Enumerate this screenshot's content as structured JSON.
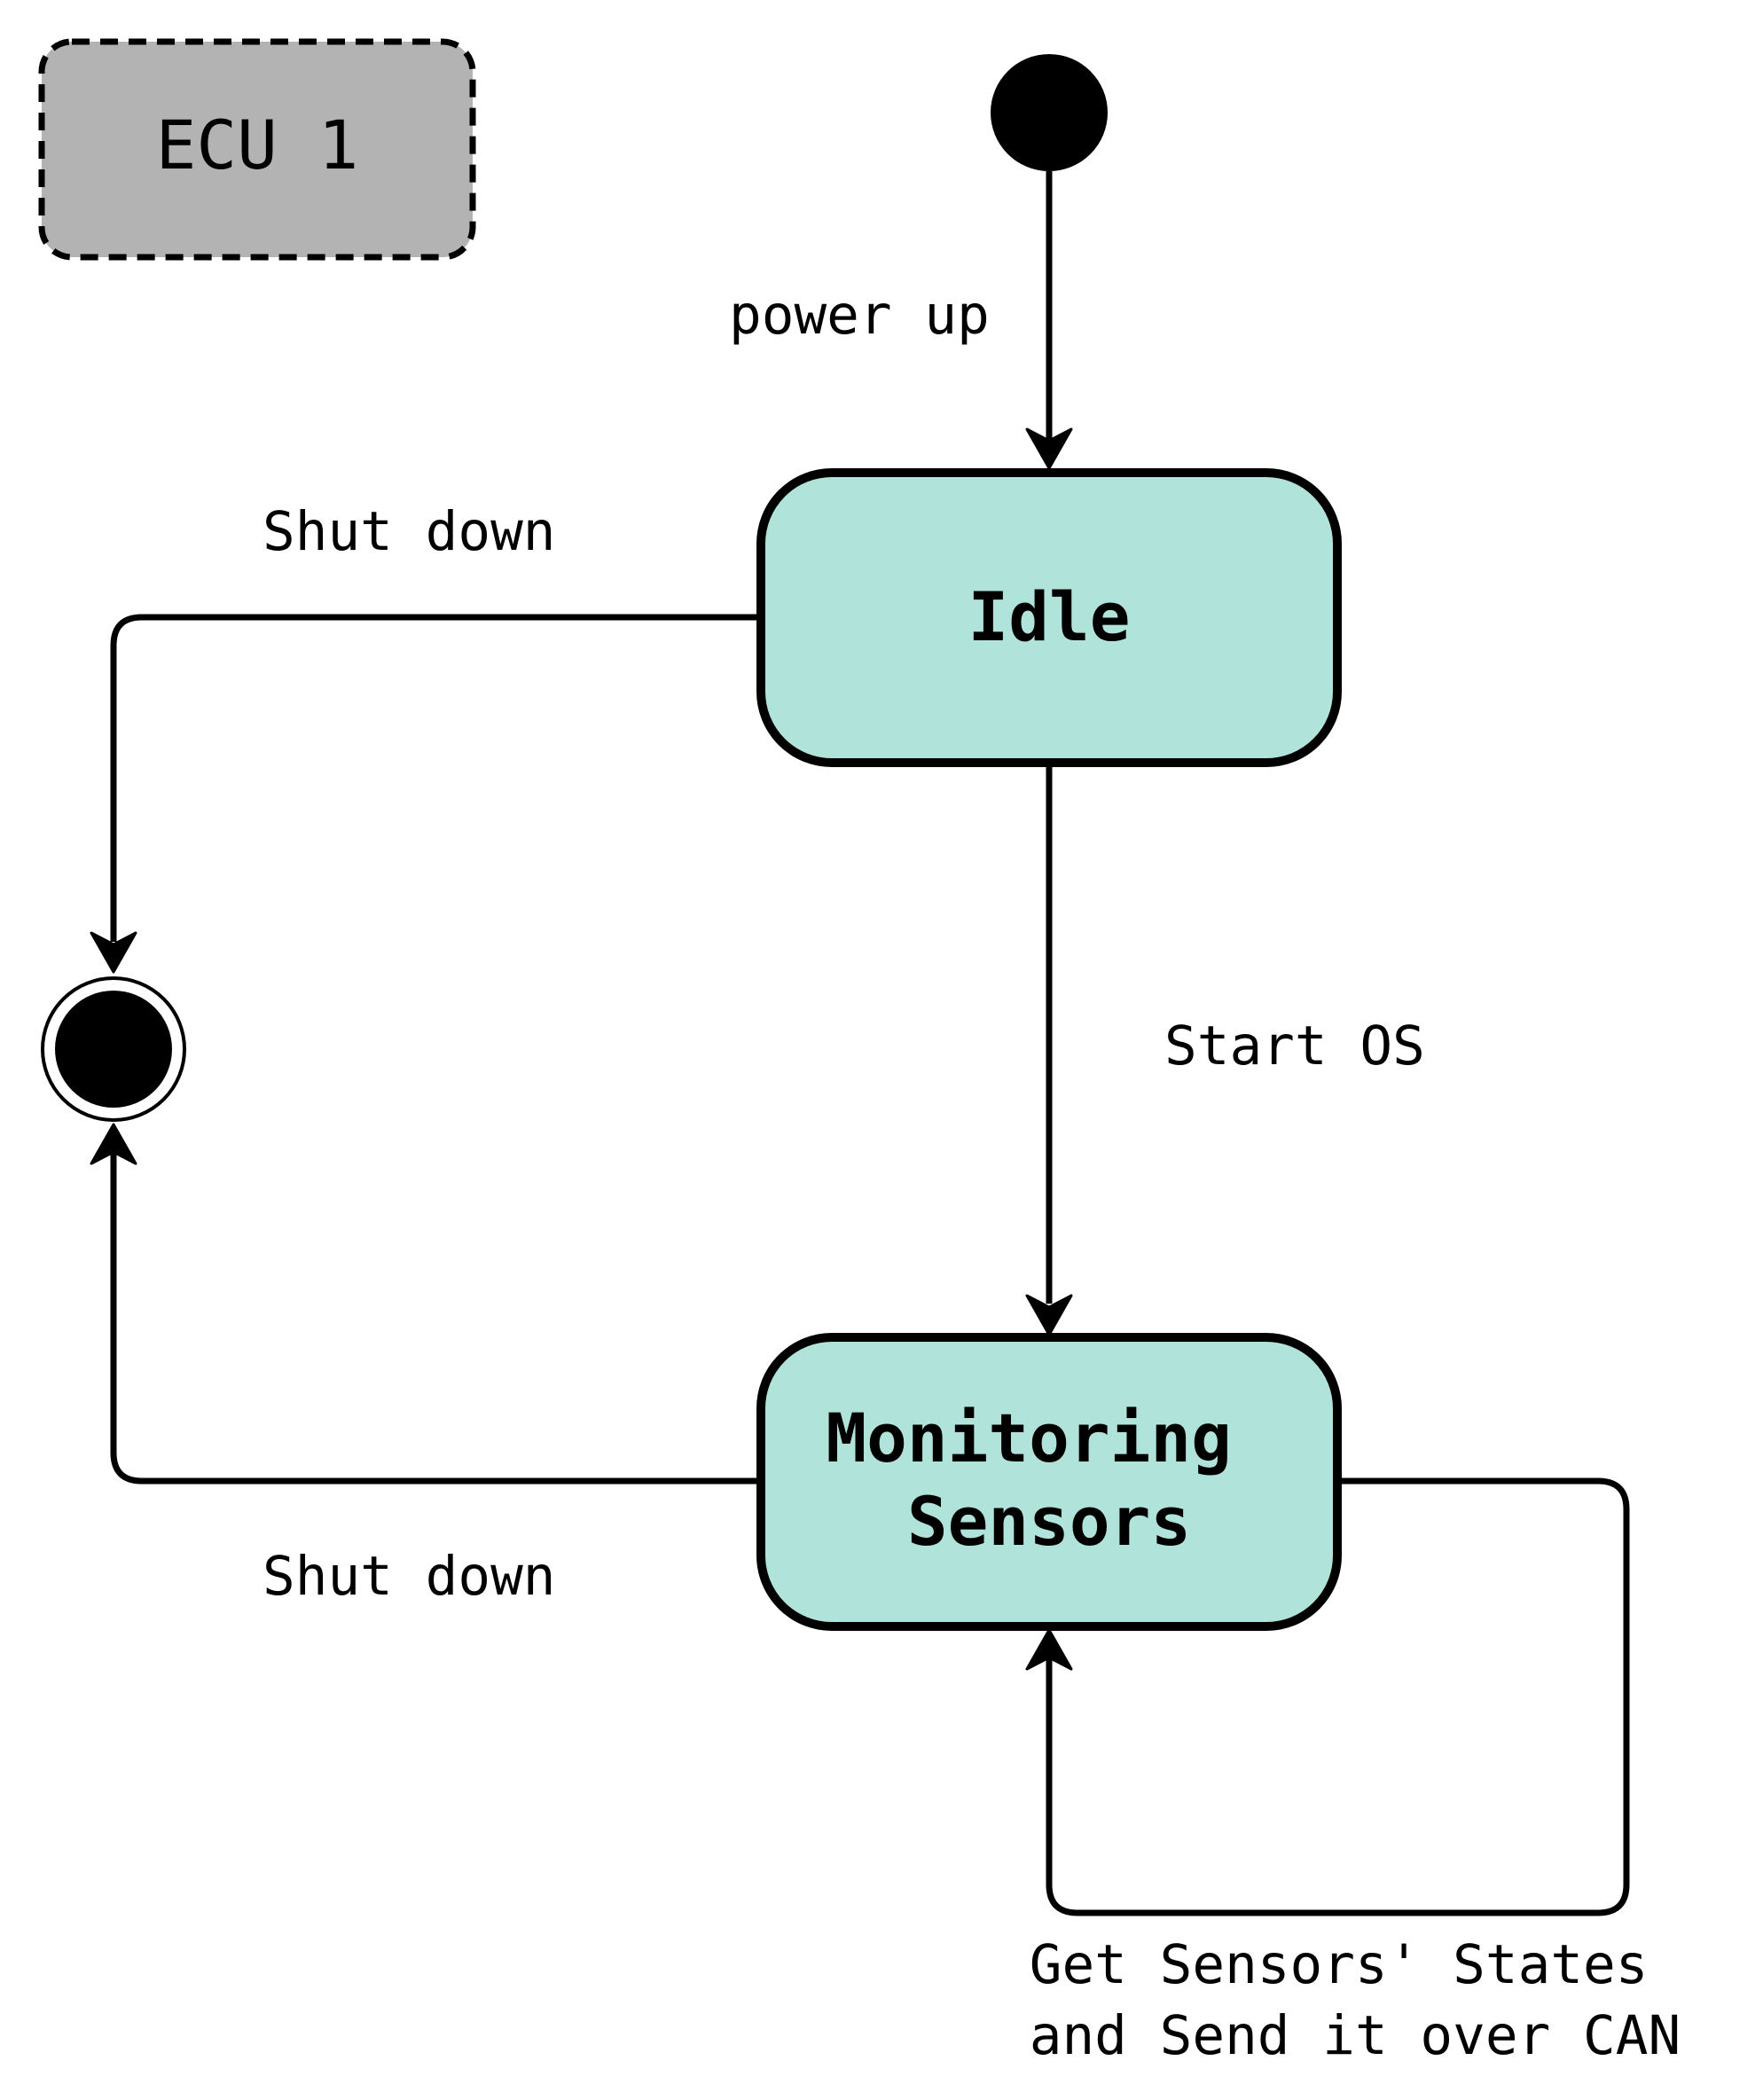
{
  "diagram": {
    "type": "state-machine",
    "container_label": "ECU 1",
    "states": [
      {
        "id": "idle",
        "label": "Idle"
      },
      {
        "id": "monitoring",
        "label_lines": [
          "Monitoring",
          "Sensors"
        ]
      }
    ],
    "pseudostates": [
      {
        "id": "initial",
        "kind": "initial"
      },
      {
        "id": "final",
        "kind": "final"
      }
    ],
    "transitions": [
      {
        "from": "initial",
        "to": "idle",
        "label": "power up"
      },
      {
        "from": "idle",
        "to": "monitoring",
        "label": "Start OS"
      },
      {
        "from": "idle",
        "to": "final",
        "label": "Shut down"
      },
      {
        "from": "monitoring",
        "to": "final",
        "label": "Shut down"
      },
      {
        "from": "monitoring",
        "to": "monitoring",
        "label_lines": [
          "Get Sensors' States",
          "and Send it over CAN"
        ]
      }
    ],
    "colors": {
      "state_fill": "#b0e3d9",
      "container_fill": "#b3b3b3",
      "stroke": "#000000",
      "background": "#ffffff"
    }
  }
}
